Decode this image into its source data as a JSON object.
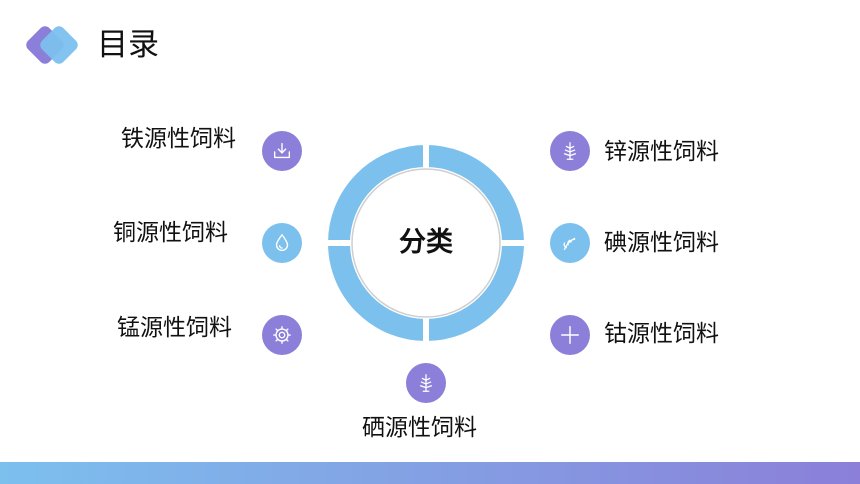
{
  "header": {
    "title": "目录"
  },
  "diagram": {
    "center": "分类",
    "items": [
      {
        "label": "铁源性饲料",
        "icon": "download-tray-icon",
        "color": "#8b7fd9"
      },
      {
        "label": "铜源性饲料",
        "icon": "water-drop-icon",
        "color": "#7cc0ee"
      },
      {
        "label": "锰源性饲料",
        "icon": "gear-icon",
        "color": "#8b7fd9"
      },
      {
        "label": "锌源性饲料",
        "icon": "tree-icon",
        "color": "#8b7fd9"
      },
      {
        "label": "碘源性饲料",
        "icon": "leaf-sprig-icon",
        "color": "#7cc0ee"
      },
      {
        "label": "钴源性饲料",
        "icon": "plus-icon",
        "color": "#8b7fd9"
      },
      {
        "label": "硒源性饲料",
        "icon": "tree-icon",
        "color": "#8b7fd9"
      }
    ]
  },
  "colors": {
    "accent_blue": "#7cc0ee",
    "accent_purple": "#8b7fd9"
  }
}
